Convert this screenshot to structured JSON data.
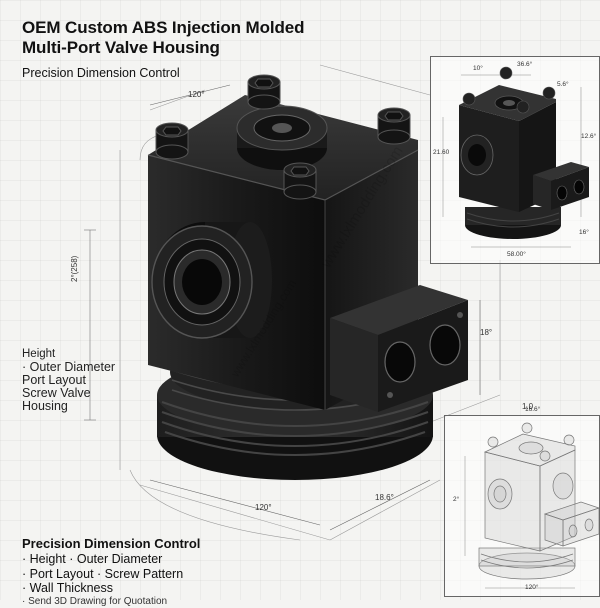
{
  "header": {
    "title_line1": "OEM Custom ABS Injection Molded",
    "title_line2": "Multi-Port Valve Housing",
    "subtitle": "Precision Dimension Control"
  },
  "feature_list": [
    "Height",
    "· Outer Diameter",
    "Port Layout",
    "Screw Valve",
    "Housing"
  ],
  "bottom": {
    "title": "Precision Dimension Control",
    "items": [
      "· Height · Outer Diameter",
      "· Port Layout · Screw Pattern",
      "· Wall Thickness"
    ],
    "cta": "· Send 3D Drawing for Quotation"
  },
  "dimensions": {
    "top_width": "120°",
    "height_left": "2°(258)",
    "bottom_width": "120°",
    "bottom_depth": "18.6°",
    "side_small": "18°",
    "inset_top_a": "10°",
    "inset_top_b": "36.6°",
    "inset_top_right": "16°",
    "inset_side": "21.60",
    "inset_right_a": "5.6°",
    "inset_right_b": "12.6°",
    "inset_bottom": "58.00°",
    "inset2_top": "16.6°",
    "inset2_bottom": "120°",
    "inset2_side": "2°",
    "right_mark": "1.0"
  },
  "watermark": "www.lxlmodding.com",
  "colors": {
    "body": "#1c1c1c",
    "highlight": "#3a3a3a",
    "line": "#777777"
  }
}
